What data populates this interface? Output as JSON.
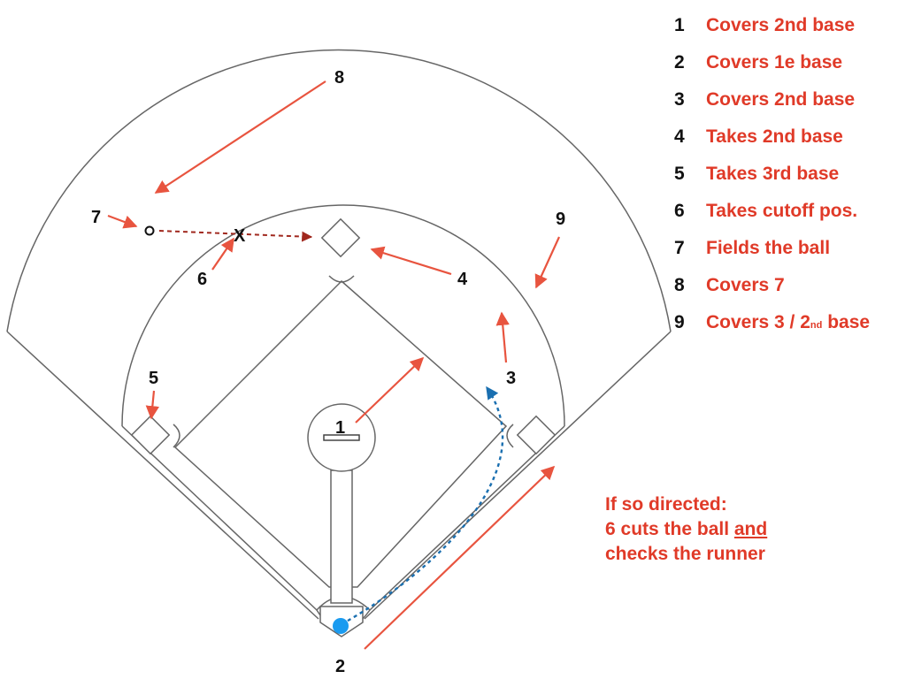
{
  "diagram": {
    "marks": {
      "cutoff_mark": "X",
      "positions": [
        {
          "id": "pos-1",
          "label": "1"
        },
        {
          "id": "pos-2",
          "label": "2"
        },
        {
          "id": "pos-3",
          "label": "3"
        },
        {
          "id": "pos-4",
          "label": "4"
        },
        {
          "id": "pos-5",
          "label": "5"
        },
        {
          "id": "pos-6",
          "label": "6"
        },
        {
          "id": "pos-7",
          "label": "7"
        },
        {
          "id": "pos-8",
          "label": "8"
        },
        {
          "id": "pos-9",
          "label": "9"
        }
      ]
    },
    "colors": {
      "field_line": "#666666",
      "arrow_red": "#e8543f",
      "throw_path": "#a0281e",
      "runner_path": "#1a6fb0",
      "ball": "#1a9bf0",
      "text_red": "#e03a28"
    }
  },
  "legend": [
    {
      "num": "1",
      "text": "Covers 2nd base"
    },
    {
      "num": "2",
      "text": "Covers 1e base"
    },
    {
      "num": "3",
      "text": "Covers 2nd base"
    },
    {
      "num": "4",
      "text": "Takes 2nd base"
    },
    {
      "num": "5",
      "text": "Takes 3rd base"
    },
    {
      "num": "6",
      "text": "Takes cutoff pos."
    },
    {
      "num": "7",
      "text": "Fields the ball"
    },
    {
      "num": "8",
      "text": "Covers 7"
    },
    {
      "num": "9",
      "text": "Covers 3 / 2",
      "sup": "nd",
      "suffix": " base"
    }
  ],
  "note": {
    "line1": "If so directed:",
    "line2_pre": "6 cuts the ball ",
    "line2_underlined": "and",
    "line3": "checks the runner"
  }
}
